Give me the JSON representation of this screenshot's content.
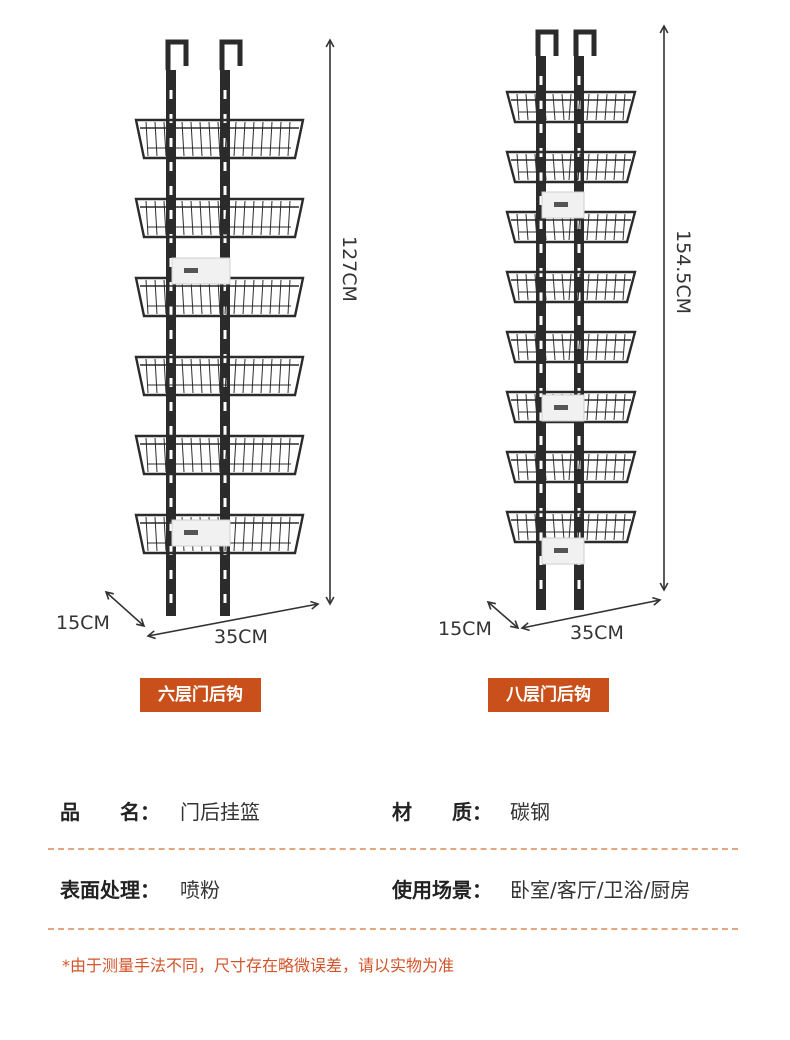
{
  "products": [
    {
      "height_label": "127CM",
      "width_label": "35CM",
      "depth_label": "15CM",
      "badge": "六层门后钩",
      "tiers": 6
    },
    {
      "height_label": "154.5CM",
      "width_label": "35CM",
      "depth_label": "15CM",
      "badge": "八层门后钩",
      "tiers": 8
    }
  ],
  "specs": {
    "name_key": "品　　名：",
    "name_val": "门后挂篮",
    "material_key": "材　　质：",
    "material_val": "碳钢",
    "surface_key": "表面处理：",
    "surface_val": "喷粉",
    "usage_key": "使用场景：",
    "usage_val": "卧室/客厅/卫浴/厨房"
  },
  "note": "*由于测量手法不同，尺寸存在略微误差，请以实物为准",
  "colors": {
    "accent": "#c9501a",
    "divider": "#e3a77d",
    "note": "#d2542a",
    "rack": "#2b2b2b"
  }
}
